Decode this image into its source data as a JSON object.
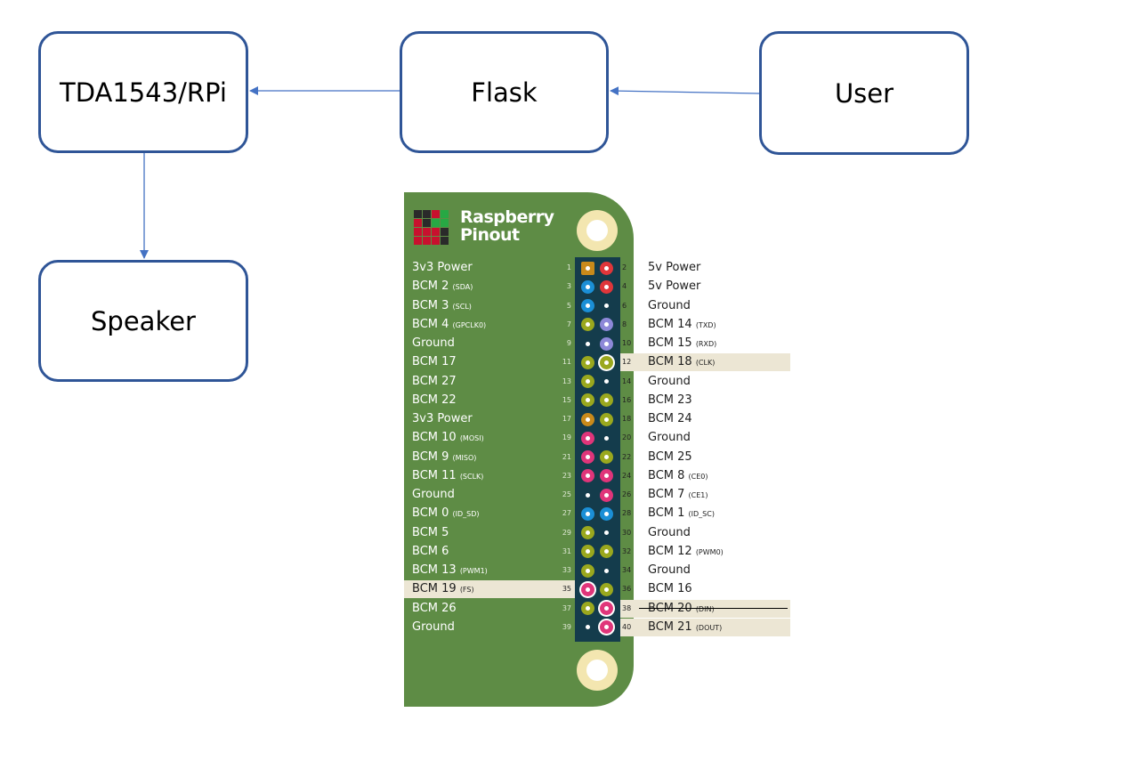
{
  "diagram": {
    "boxes": {
      "tda": "TDA1543/RPi",
      "flask": "Flask",
      "user": "User",
      "speaker": "Speaker"
    }
  },
  "pinout": {
    "title_line1": "Raspberry",
    "title_line2": "Pinout",
    "colors": {
      "board": "#5e8c45",
      "header": "#143c4c",
      "highlight": "#ece6d4",
      "power3v3": "#c98a1a",
      "power5v": "#e0363a",
      "i2c_uart_id": "#1b8fd6",
      "uart": "#8d88d8",
      "gpio": "#9aa81e",
      "spi_pcm": "#e0357a",
      "ground": "#0a1a24"
    },
    "left": [
      {
        "pin": "1",
        "name": "3v3 Power",
        "sub": "",
        "type": "power3v3"
      },
      {
        "pin": "3",
        "name": "BCM 2",
        "sub": "(SDA)",
        "type": "i2c"
      },
      {
        "pin": "5",
        "name": "BCM 3",
        "sub": "(SCL)",
        "type": "i2c"
      },
      {
        "pin": "7",
        "name": "BCM 4",
        "sub": "(GPCLK0)",
        "type": "gpio"
      },
      {
        "pin": "9",
        "name": "Ground",
        "sub": "",
        "type": "ground"
      },
      {
        "pin": "11",
        "name": "BCM 17",
        "sub": "",
        "type": "gpio"
      },
      {
        "pin": "13",
        "name": "BCM 27",
        "sub": "",
        "type": "gpio"
      },
      {
        "pin": "15",
        "name": "BCM 22",
        "sub": "",
        "type": "gpio"
      },
      {
        "pin": "17",
        "name": "3v3 Power",
        "sub": "",
        "type": "power3v3"
      },
      {
        "pin": "19",
        "name": "BCM 10",
        "sub": "(MOSI)",
        "type": "spi"
      },
      {
        "pin": "21",
        "name": "BCM 9",
        "sub": "(MISO)",
        "type": "spi"
      },
      {
        "pin": "23",
        "name": "BCM 11",
        "sub": "(SCLK)",
        "type": "spi"
      },
      {
        "pin": "25",
        "name": "Ground",
        "sub": "",
        "type": "ground"
      },
      {
        "pin": "27",
        "name": "BCM 0",
        "sub": "(ID_SD)",
        "type": "id"
      },
      {
        "pin": "29",
        "name": "BCM 5",
        "sub": "",
        "type": "gpio"
      },
      {
        "pin": "31",
        "name": "BCM 6",
        "sub": "",
        "type": "gpio"
      },
      {
        "pin": "33",
        "name": "BCM 13",
        "sub": "(PWM1)",
        "type": "gpio"
      },
      {
        "pin": "35",
        "name": "BCM 19",
        "sub": "(FS)",
        "type": "spi",
        "highlight": true
      },
      {
        "pin": "37",
        "name": "BCM 26",
        "sub": "",
        "type": "gpio"
      },
      {
        "pin": "39",
        "name": "Ground",
        "sub": "",
        "type": "ground"
      }
    ],
    "right": [
      {
        "pin": "2",
        "name": "5v Power",
        "sub": "",
        "type": "power5v"
      },
      {
        "pin": "4",
        "name": "5v Power",
        "sub": "",
        "type": "power5v"
      },
      {
        "pin": "6",
        "name": "Ground",
        "sub": "",
        "type": "ground"
      },
      {
        "pin": "8",
        "name": "BCM 14",
        "sub": "(TXD)",
        "type": "uart"
      },
      {
        "pin": "10",
        "name": "BCM 15",
        "sub": "(RXD)",
        "type": "uart"
      },
      {
        "pin": "12",
        "name": "BCM 18",
        "sub": "(CLK)",
        "type": "gpio",
        "highlight": true
      },
      {
        "pin": "14",
        "name": "Ground",
        "sub": "",
        "type": "ground"
      },
      {
        "pin": "16",
        "name": "BCM 23",
        "sub": "",
        "type": "gpio"
      },
      {
        "pin": "18",
        "name": "BCM 24",
        "sub": "",
        "type": "gpio"
      },
      {
        "pin": "20",
        "name": "Ground",
        "sub": "",
        "type": "ground"
      },
      {
        "pin": "22",
        "name": "BCM 25",
        "sub": "",
        "type": "gpio"
      },
      {
        "pin": "24",
        "name": "BCM 8",
        "sub": "(CE0)",
        "type": "spi"
      },
      {
        "pin": "26",
        "name": "BCM 7",
        "sub": "(CE1)",
        "type": "spi"
      },
      {
        "pin": "28",
        "name": "BCM 1",
        "sub": "(ID_SC)",
        "type": "id"
      },
      {
        "pin": "30",
        "name": "Ground",
        "sub": "",
        "type": "ground"
      },
      {
        "pin": "32",
        "name": "BCM 12",
        "sub": "(PWM0)",
        "type": "gpio"
      },
      {
        "pin": "34",
        "name": "Ground",
        "sub": "",
        "type": "ground"
      },
      {
        "pin": "36",
        "name": "BCM 16",
        "sub": "",
        "type": "gpio"
      },
      {
        "pin": "38",
        "name": "BCM 20",
        "sub": "(DIN)",
        "type": "spi",
        "highlight": true,
        "struck": true
      },
      {
        "pin": "40",
        "name": "BCM 21",
        "sub": "(DOUT)",
        "type": "spi",
        "highlight": true
      }
    ]
  }
}
